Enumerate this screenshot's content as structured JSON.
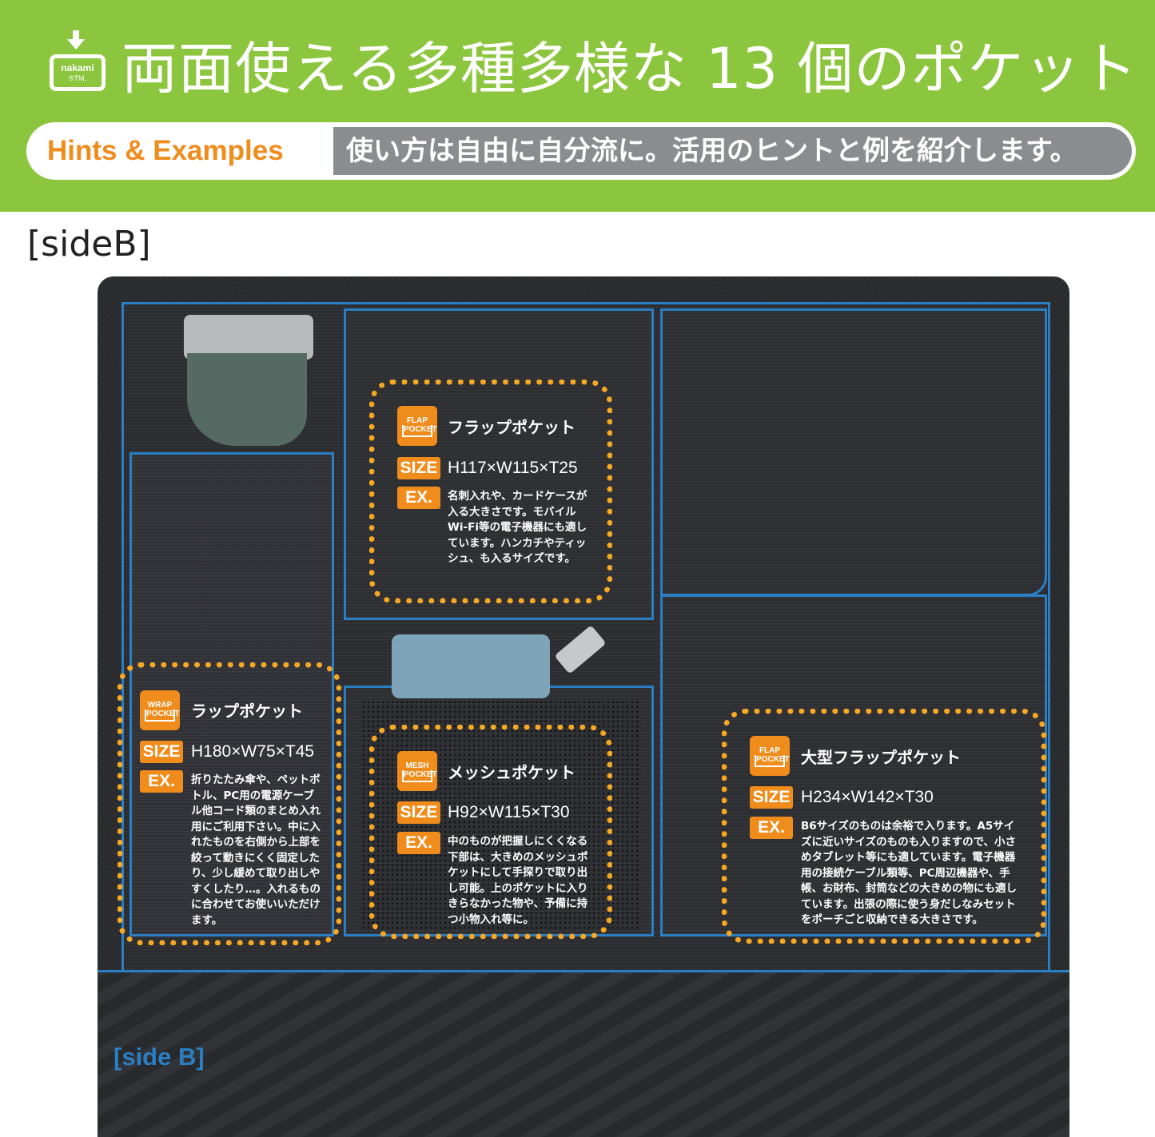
{
  "header": {
    "logo_text": "nakami",
    "logo_tm": "®TM.",
    "title": "両面使える多種多様な 13 個のポケット",
    "hint_label": "Hints & Examples",
    "hint_desc": "使い方は自由に自分流に。活用のヒントと例を紹介します。"
  },
  "side_label": "[sideB]",
  "organizer": {
    "side_tag": "[side B]"
  },
  "pockets": {
    "flap": {
      "badge_line1": "FLAP",
      "badge_line2": "POCKET",
      "name": "フラップポケット",
      "size_tag": "SIZE",
      "size": "H117×W115×T25",
      "ex_tag": "EX.",
      "ex": "名刺入れや、カードケースが入る大きさです。モバイルWi-Fi等の電子機器にも適しています。ハンカチやティッシュ、も入るサイズです。"
    },
    "wrap": {
      "badge_line1": "WRAP",
      "badge_line2": "POCKET",
      "name": "ラップポケット",
      "size_tag": "SIZE",
      "size": "H180×W75×T45",
      "ex_tag": "EX.",
      "ex": "折りたたみ傘や、ペットボトル、PC用の電源ケーブル他コード類のまとめ入れ用にご利用下さい。中に入れたものを右側から上部を絞って動きにくく固定したり、少し緩めて取り出しやすくしたり…。入れるものに合わせてお使いいただけます。"
    },
    "mesh": {
      "badge_line1": "MESH",
      "badge_line2": "POCKET",
      "name": "メッシュポケット",
      "size_tag": "SIZE",
      "size": "H92×W115×T30",
      "ex_tag": "EX.",
      "ex": "中のものが把握しにくくなる下部は、大きめのメッシュポケットにして手探りで取り出し可能。上のポケットに入りきらなかった物や、予備に持つ小物入れ等に。"
    },
    "large_flap": {
      "badge_line1": "FLAP",
      "badge_line2": "POCKET",
      "name": "大型フラップポケット",
      "size_tag": "SIZE",
      "size": "H234×W142×T30",
      "ex_tag": "EX.",
      "ex": "B6サイズのものは余裕で入ります。A5サイズに近いサイズのものも入りますので、小さめタブレット等にも適しています。電子機器用の接続ケーブル類等、PC周辺機器や、手帳、お財布、封筒などの大きめの物にも適しています。出張の際に使う身だしなみセットをポーチごと収納できる大きさです。"
    }
  },
  "colors": {
    "header_green": "#8cc63f",
    "accent_orange": "#f08c1c",
    "dotted_border": "#f7a823",
    "seam_blue": "#2a7fc4",
    "hint_gray": "#8a8d90"
  },
  "icons": {
    "logo": "nakami-box-arrow-icon"
  }
}
